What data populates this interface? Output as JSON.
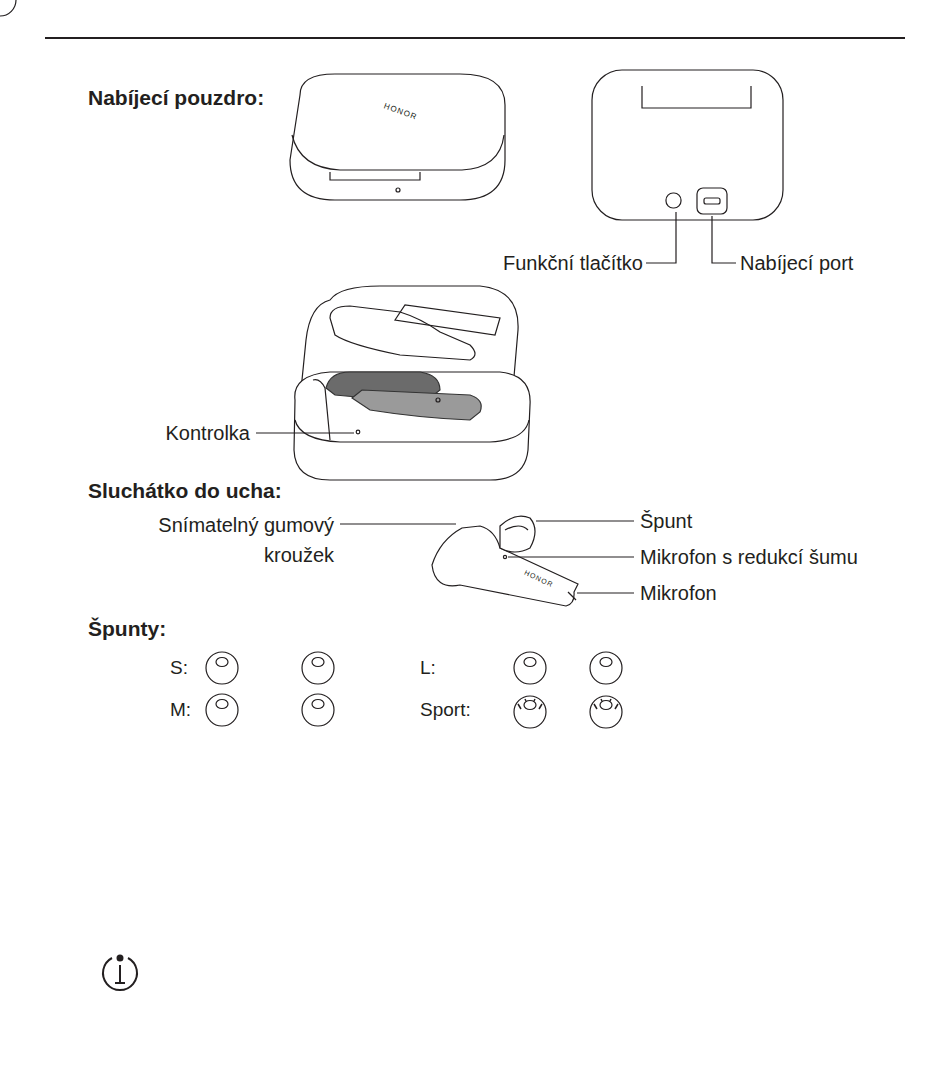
{
  "diagram": {
    "labels": [
      "Nabíjecí pouzdro:",
      "HONOR",
      "Funkční tlačítko",
      "Nabíjecí port",
      "Kontrolka",
      "Sluchátko do ucha:",
      "Snímatelný gumový kroužek",
      "Špunt",
      "Mikrofon s redukcí šumu",
      "HONOR",
      "Mikrofon",
      "Špunty:",
      "S:",
      "L:",
      "M:",
      "Sport:"
    ]
  }
}
